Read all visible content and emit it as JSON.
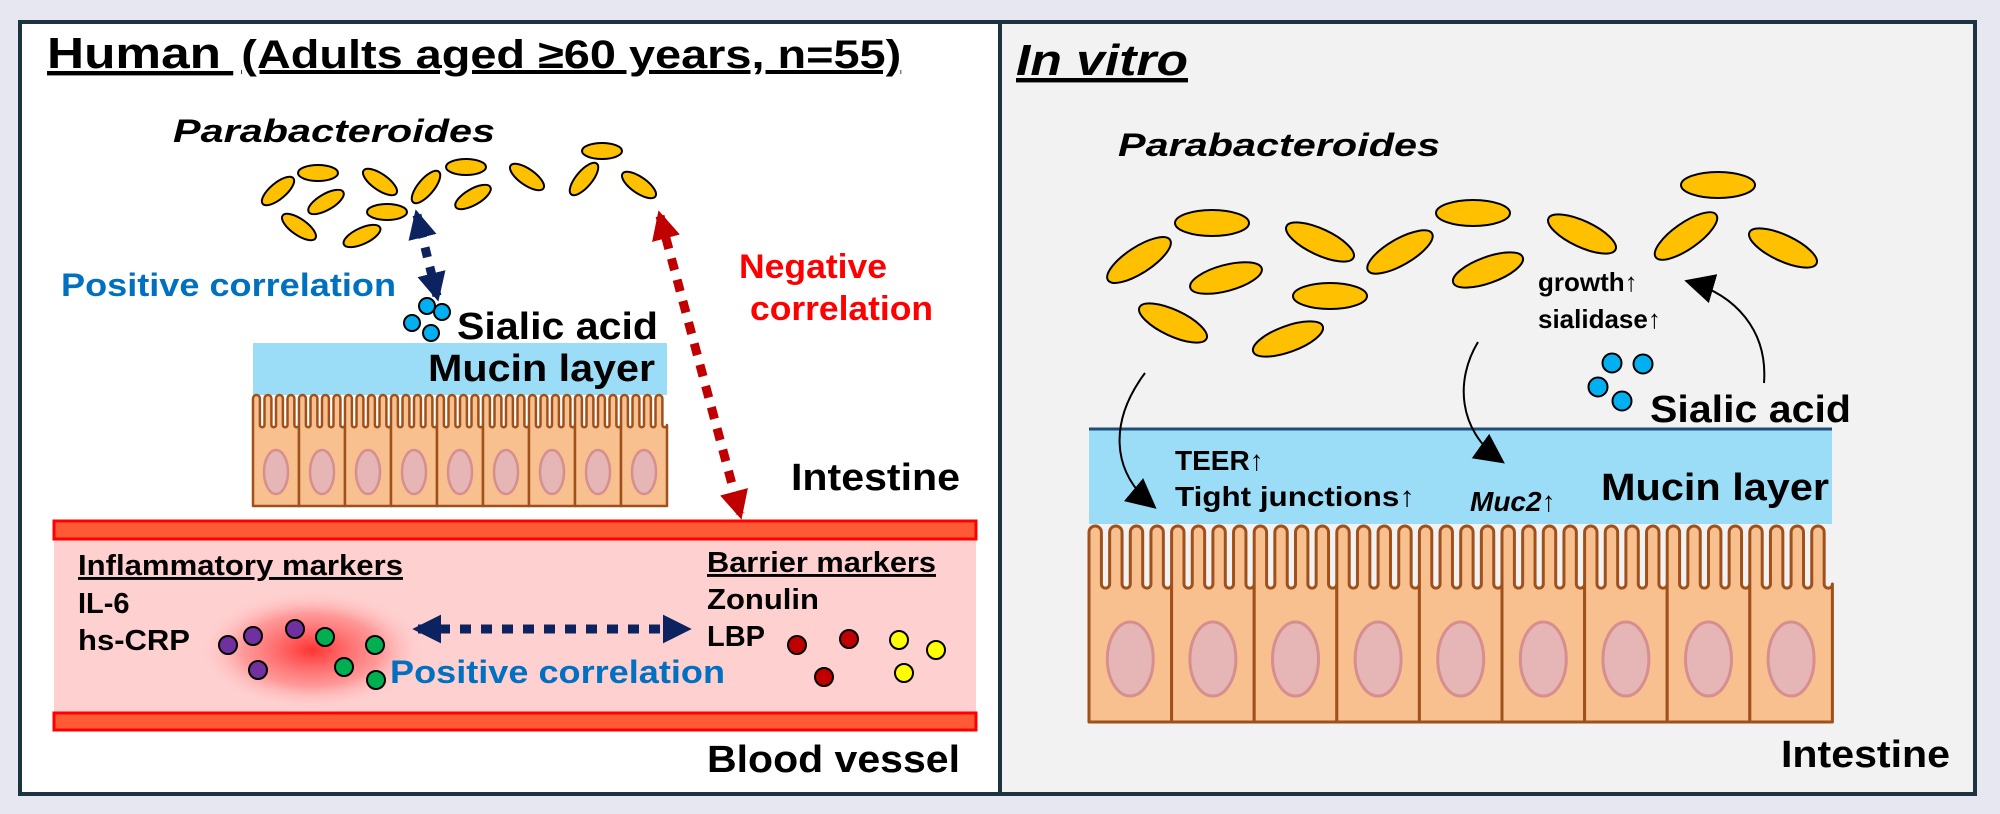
{
  "colors": {
    "background": "#e6e7f0",
    "border": "#1b3440",
    "right_panel_bg": "#f2f2f2",
    "bacteria": "#ffc000",
    "mucin": "#9bdcf7",
    "cell": "#f9c08f",
    "cell_outline": "#a0501a",
    "nucleus": "#e6b5b5",
    "nucleus_outline": "#d68e8e",
    "vessel_wall": "#ff5a36",
    "vessel_interior": "#ffd0d0",
    "positive": "#0070c0",
    "negative": "#ff0000",
    "navy_arrow": "#0d2360",
    "red_arrow": "#c00000",
    "sialic_acid": "#00b0f0",
    "purple_marker": "#7030a0",
    "green_marker": "#00b050",
    "red_marker": "#c00000",
    "yellow_marker": "#ffff00"
  },
  "human": {
    "title_main": "Human",
    "title_sub": "(Adults aged ≥60 years, n=55)",
    "bacteria_label": "Parabacteroides",
    "positive_correlation": "Positive correlation",
    "negative_line1": "Negative",
    "negative_line2": "correlation",
    "sialic_acid": "Sialic acid",
    "mucin_layer": "Mucin layer",
    "intestine": "Intestine",
    "inflammatory_title": "Inflammatory markers",
    "inflammatory_items": [
      "IL-6",
      "hs-CRP"
    ],
    "barrier_title": "Barrier markers",
    "barrier_items": [
      "Zonulin",
      "LBP"
    ],
    "positive_correlation_blood": "Positive correlation",
    "blood_vessel": "Blood vessel"
  },
  "invitro": {
    "title": "In vitro",
    "bacteria_label": "Parabacteroides",
    "growth": "growth↑",
    "sialidase": "sialidase↑",
    "sialic_acid": "Sialic acid",
    "teer": "TEER↑",
    "tight_junctions": "Tight junctions↑",
    "muc2": "Muc2",
    "muc2_arrow": "↑",
    "mucin_layer": "Mucin layer",
    "intestine": "Intestine"
  }
}
